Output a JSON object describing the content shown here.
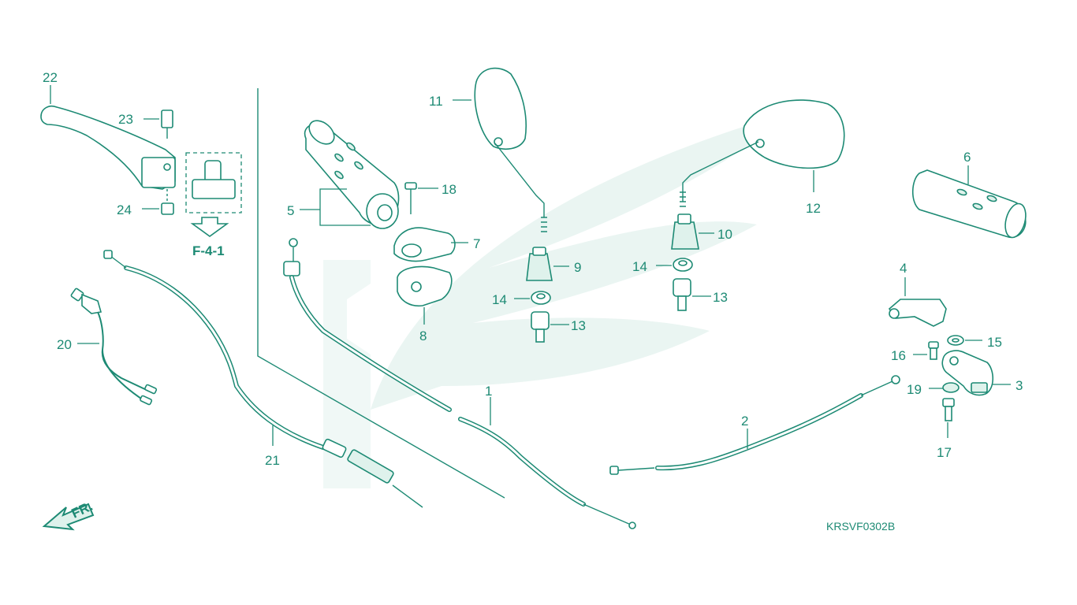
{
  "diagram_code": "KRSVF0302B",
  "reference": "F-4-1",
  "front_marker": "FR.",
  "colors": {
    "line": "#1d8a74",
    "watermark": "#eaf5f2",
    "background": "#ffffff"
  },
  "labels": {
    "p1": "1",
    "p2": "2",
    "p3": "3",
    "p4": "4",
    "p5": "5",
    "p6": "6",
    "p7": "7",
    "p8": "8",
    "p9": "9",
    "p10": "10",
    "p11": "11",
    "p12": "12",
    "p13a": "13",
    "p13b": "13",
    "p14a": "14",
    "p14b": "14",
    "p15": "15",
    "p16": "16",
    "p17": "17",
    "p18": "18",
    "p19": "19",
    "p20": "20",
    "p21": "21",
    "p22": "22",
    "p23": "23",
    "p24": "24"
  }
}
